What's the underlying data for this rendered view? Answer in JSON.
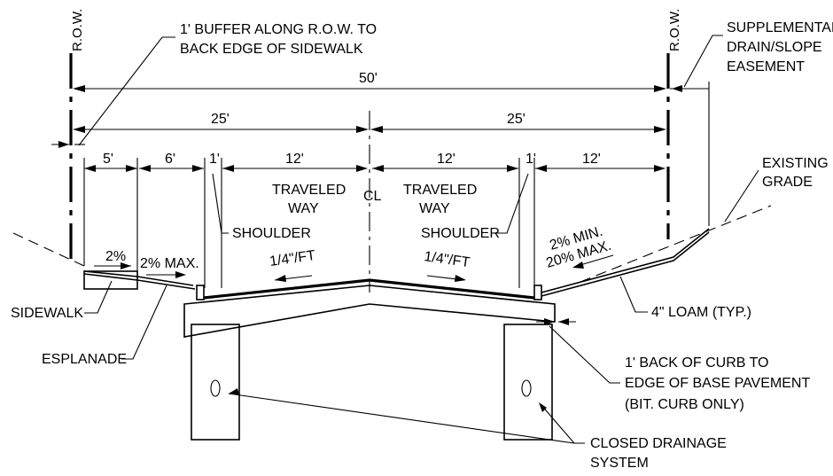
{
  "labels": {
    "row_left": "R.O.W.",
    "row_right": "R.O.W.",
    "buffer_line1": "1' BUFFER ALONG R.O.W. TO",
    "buffer_line2": "BACK EDGE OF SIDEWALK",
    "supp_line1": "SUPPLEMENTAL",
    "supp_line2": "DRAIN/SLOPE",
    "supp_line3": "EASEMENT",
    "dim_total": "50'",
    "dim_half_left": "25'",
    "dim_half_right": "25'",
    "dim_sidewalk": "5'",
    "dim_esplanade": "6'",
    "dim_shoulder_left": "1'",
    "dim_lane_left": "12'",
    "dim_lane_right": "12'",
    "dim_shoulder_right": "1'",
    "dim_slope_right": "12'",
    "traveled_left_1": "TRAVELED",
    "traveled_left_2": "WAY",
    "traveled_right_1": "TRAVELED",
    "traveled_right_2": "WAY",
    "centerline": "CL",
    "shoulder_left": "SHOULDER",
    "shoulder_right": "SHOULDER",
    "existing_1": "EXISTING",
    "existing_2": "GRADE",
    "slope_sidewalk": "2%",
    "slope_esplanade": "2% MAX.",
    "slope_lane_left": "1/4\"/FT",
    "slope_lane_right": "1/4\"/FT",
    "slope_min": "2% MIN.",
    "slope_max": "20% MAX.",
    "sidewalk": "SIDEWALK",
    "esplanade": "ESPLANADE",
    "loam": "4\" LOAM (TYP.)",
    "curb_1": "1' BACK OF CURB TO",
    "curb_2": "EDGE OF BASE PAVEMENT",
    "curb_3": "(BIT. CURB ONLY)",
    "drain_1": "CLOSED DRAINAGE",
    "drain_2": "SYSTEM"
  }
}
